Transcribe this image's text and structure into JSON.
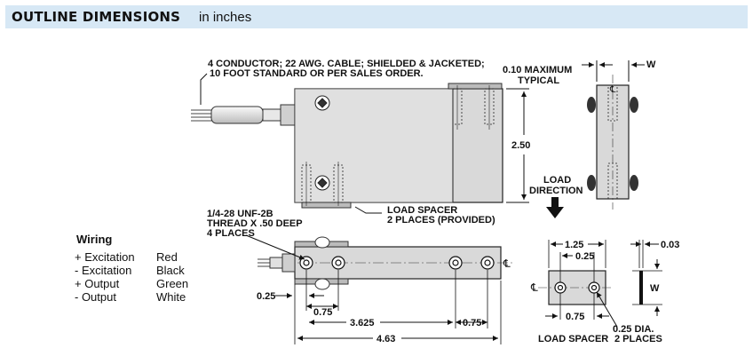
{
  "header": {
    "title": "OUTLINE DIMENSIONS",
    "unit": "in inches"
  },
  "labels": {
    "cable_line1": "4 CONDUCTOR; 22 AWG. CABLE; SHIELDED & JACKETED;",
    "cable_line2": "10 FOOT STANDARD OR PER SALES ORDER.",
    "max_line1": "0.10 MAXIMUM",
    "max_line2": "TYPICAL",
    "w_top": "W",
    "height_dim": "2.50",
    "load_dir1": "LOAD",
    "load_dir2": "DIRECTION",
    "spacer1": "LOAD SPACER",
    "spacer2": "2 PLACES (PROVIDED)",
    "thread1": "1/4-28 UNF-2B",
    "thread2": "THREAD X .50 DEEP",
    "thread3": "4 PLACES",
    "d_025": "0.25",
    "d_075a": "0.75",
    "d_3625": "3.625",
    "d_075b": "0.75",
    "d_463": "4.63",
    "cl": "℄",
    "s_125": "1.25",
    "s_025": "0.25",
    "s_003": "0.03",
    "s_w": "W",
    "s_075": "0.75",
    "s_dia1": "0.25 DIA.",
    "s_dia2": "2 PLACES",
    "s_title": "LOAD SPACER"
  },
  "wiring": {
    "title": "Wiring",
    "rows": [
      {
        "signal": "+ Excitation",
        "color": "Red"
      },
      {
        "signal": "- Excitation",
        "color": "Black"
      },
      {
        "signal": "+ Output",
        "color": "Green"
      },
      {
        "signal": "- Output",
        "color": "White"
      }
    ]
  }
}
